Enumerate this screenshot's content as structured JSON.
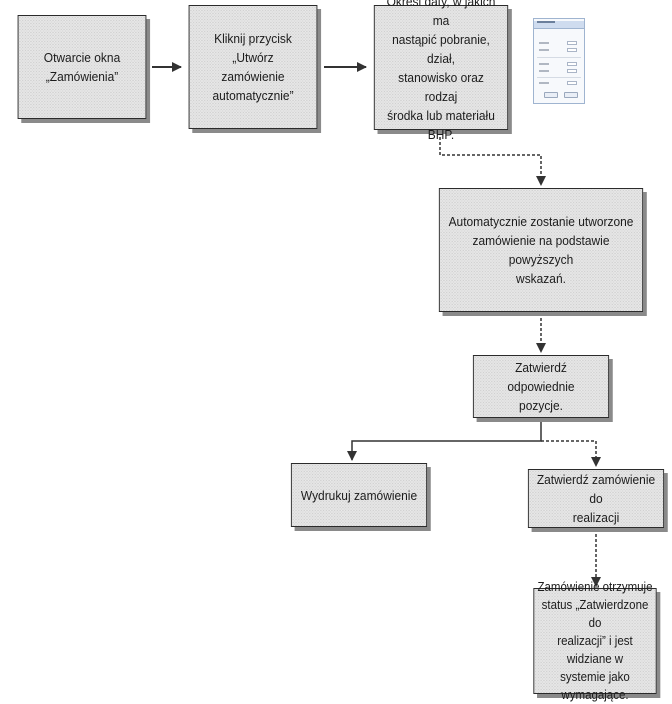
{
  "flowchart": {
    "steps": {
      "open_window": {
        "lines": [
          "Otwarcie okna",
          "„Zamówienia”"
        ]
      },
      "click_button": {
        "lines": [
          "Kliknij przycisk „Utwórz",
          "zamówienie",
          "automatycznie”"
        ]
      },
      "set_dates": {
        "lines": [
          "Określ daty, w jakich ma",
          "nastąpić pobranie, dział,",
          "stanowisko oraz rodzaj",
          "środka lub materiału BHP."
        ]
      },
      "auto_created": {
        "lines": [
          "Automatycznie zostanie utworzone",
          "zamówienie na podstawie powyższych",
          "wskazań."
        ]
      },
      "confirm_items": {
        "lines": [
          "Zatwierdź odpowiednie",
          "pozycje."
        ]
      },
      "print_order": {
        "lines": [
          "Wydrukuj zamówienie"
        ]
      },
      "confirm_order": {
        "lines": [
          "Zatwierdź zamówienie do",
          "realizacji"
        ]
      },
      "status": {
        "lines": [
          "Zamówienie otrzymuje",
          "status „Zatwierdzone do",
          "realizacji” i jest widziane w",
          "systemie jako wymagające."
        ]
      }
    },
    "connections": [
      {
        "from": "open_window",
        "to": "click_button",
        "style": "solid"
      },
      {
        "from": "click_button",
        "to": "set_dates",
        "style": "solid"
      },
      {
        "from": "set_dates",
        "to": "auto_created",
        "style": "dashed"
      },
      {
        "from": "auto_created",
        "to": "confirm_items",
        "style": "dashed"
      },
      {
        "from": "confirm_items",
        "to": "print_order",
        "style": "solid"
      },
      {
        "from": "confirm_items",
        "to": "confirm_order",
        "style": "dashed"
      },
      {
        "from": "confirm_order",
        "to": "status",
        "style": "dashed"
      }
    ],
    "colors": {
      "box_fill": "#ececec",
      "border": "#2b2b2b",
      "shadow": "#8a8a8a",
      "line": "#333333"
    },
    "thumbnail_icon": "dialog-screenshot-icon"
  }
}
